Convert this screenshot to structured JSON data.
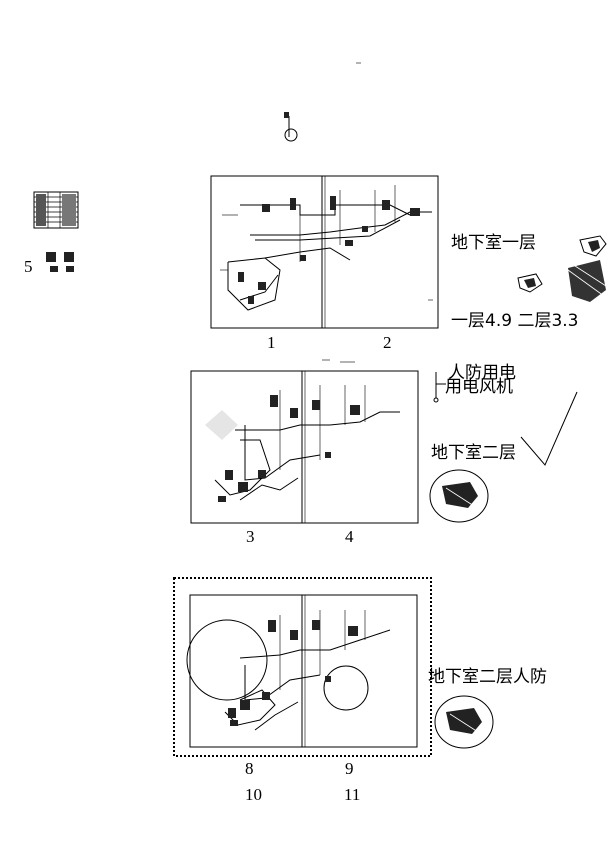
{
  "sheets": [
    {
      "id": "sheet-1",
      "left_num": "1",
      "right_num": "2"
    },
    {
      "id": "sheet-2",
      "left_num": "3",
      "right_num": "4"
    },
    {
      "id": "sheet-3",
      "left_num": "8",
      "right_num": "9"
    }
  ],
  "labels": {
    "basement_1": "地下室一层",
    "floor_heights": "一层4.9 二层3.3",
    "civil_defense_elec": "人防用电",
    "fan_elec": "用电风机",
    "basement_2": "地下室二层",
    "basement_2_defense": "地下室二层人防",
    "left_block_num": "5",
    "bottom_num_left": "10",
    "bottom_num_right": "11"
  },
  "colors": {
    "ink": "#000000",
    "paper": "#ffffff",
    "watermark": "#d8d8d8"
  }
}
